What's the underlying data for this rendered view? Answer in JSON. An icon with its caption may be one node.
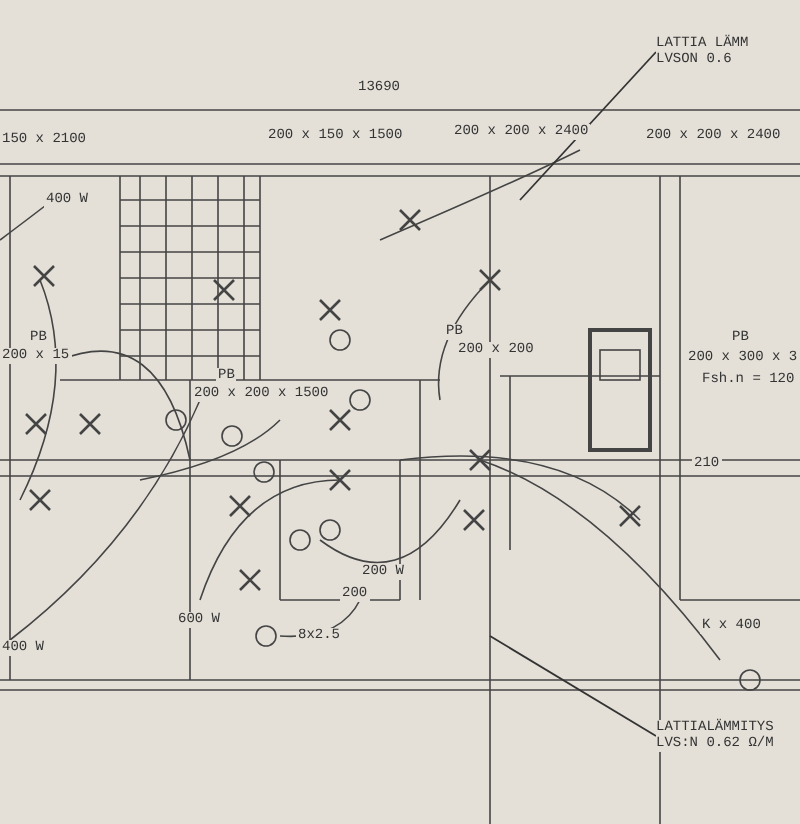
{
  "diagram": {
    "nodes": [
      {
        "text": [
          "LATTIA LÄMM LVSON 0.6"
        ]
      },
      {
        "text": [
          "LATTIALÄMMITYS LVS:N 0.62 Ω/M"
        ]
      }
    ],
    "edges": [
      {
        "from": 0,
        "to": null,
        "arrow": "none"
      },
      {
        "from": 1,
        "to": null,
        "arrow": "none"
      }
    ],
    "labels": [
      "13690",
      "150 x 2100",
      "200 x 150 x 1500",
      "200 x 200 x 2400",
      "200 x 200 x 2400",
      "400 W",
      "PB",
      "200 x 15",
      "PB",
      "200 x 200 x 1500",
      "PB",
      "200 x 200",
      "PB",
      "200 x 300 x 3",
      "Fsh.n = 120",
      "210",
      "200 W",
      "200",
      "600 W",
      "8x2.5",
      "400 W",
      "K x 400"
    ]
  }
}
